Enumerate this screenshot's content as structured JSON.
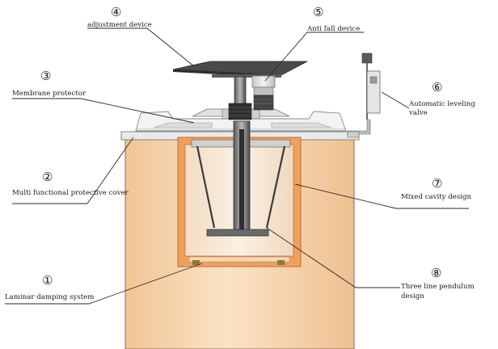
{
  "callouts": [
    {
      "id": "1",
      "marker": "①",
      "label_lines": [
        "Laminar damping system"
      ]
    },
    {
      "id": "2",
      "marker": "②",
      "label_lines": [
        "Multi functional protective cover"
      ]
    },
    {
      "id": "3",
      "marker": "③",
      "label_lines": [
        "Membrane protector"
      ]
    },
    {
      "id": "4",
      "marker": "④",
      "label_lines": [
        "adjustment device"
      ]
    },
    {
      "id": "5",
      "marker": "⑤",
      "label_lines": [
        "Anti fall device"
      ]
    },
    {
      "id": "6",
      "marker": "⑥",
      "label_lines": [
        "Automatic leveling",
        "valve"
      ]
    },
    {
      "id": "7",
      "marker": "⑦",
      "label_lines": [
        "Mixed cavity design"
      ]
    },
    {
      "id": "8",
      "marker": "⑧",
      "label_lines": [
        "Three line pendulum",
        "design"
      ]
    }
  ],
  "colors": {
    "body_fill": "#f4cfa6",
    "body_highlight": "#fbe4c6",
    "inner_cavity_frame": "#eea05c",
    "inner_cavity_fill": "#f8e6d3",
    "metal_dark": "#3a3a3a",
    "metal_mid": "#8b8b8b",
    "metal_light": "#d9d9d9",
    "leader_line": "#2a2a2a"
  }
}
